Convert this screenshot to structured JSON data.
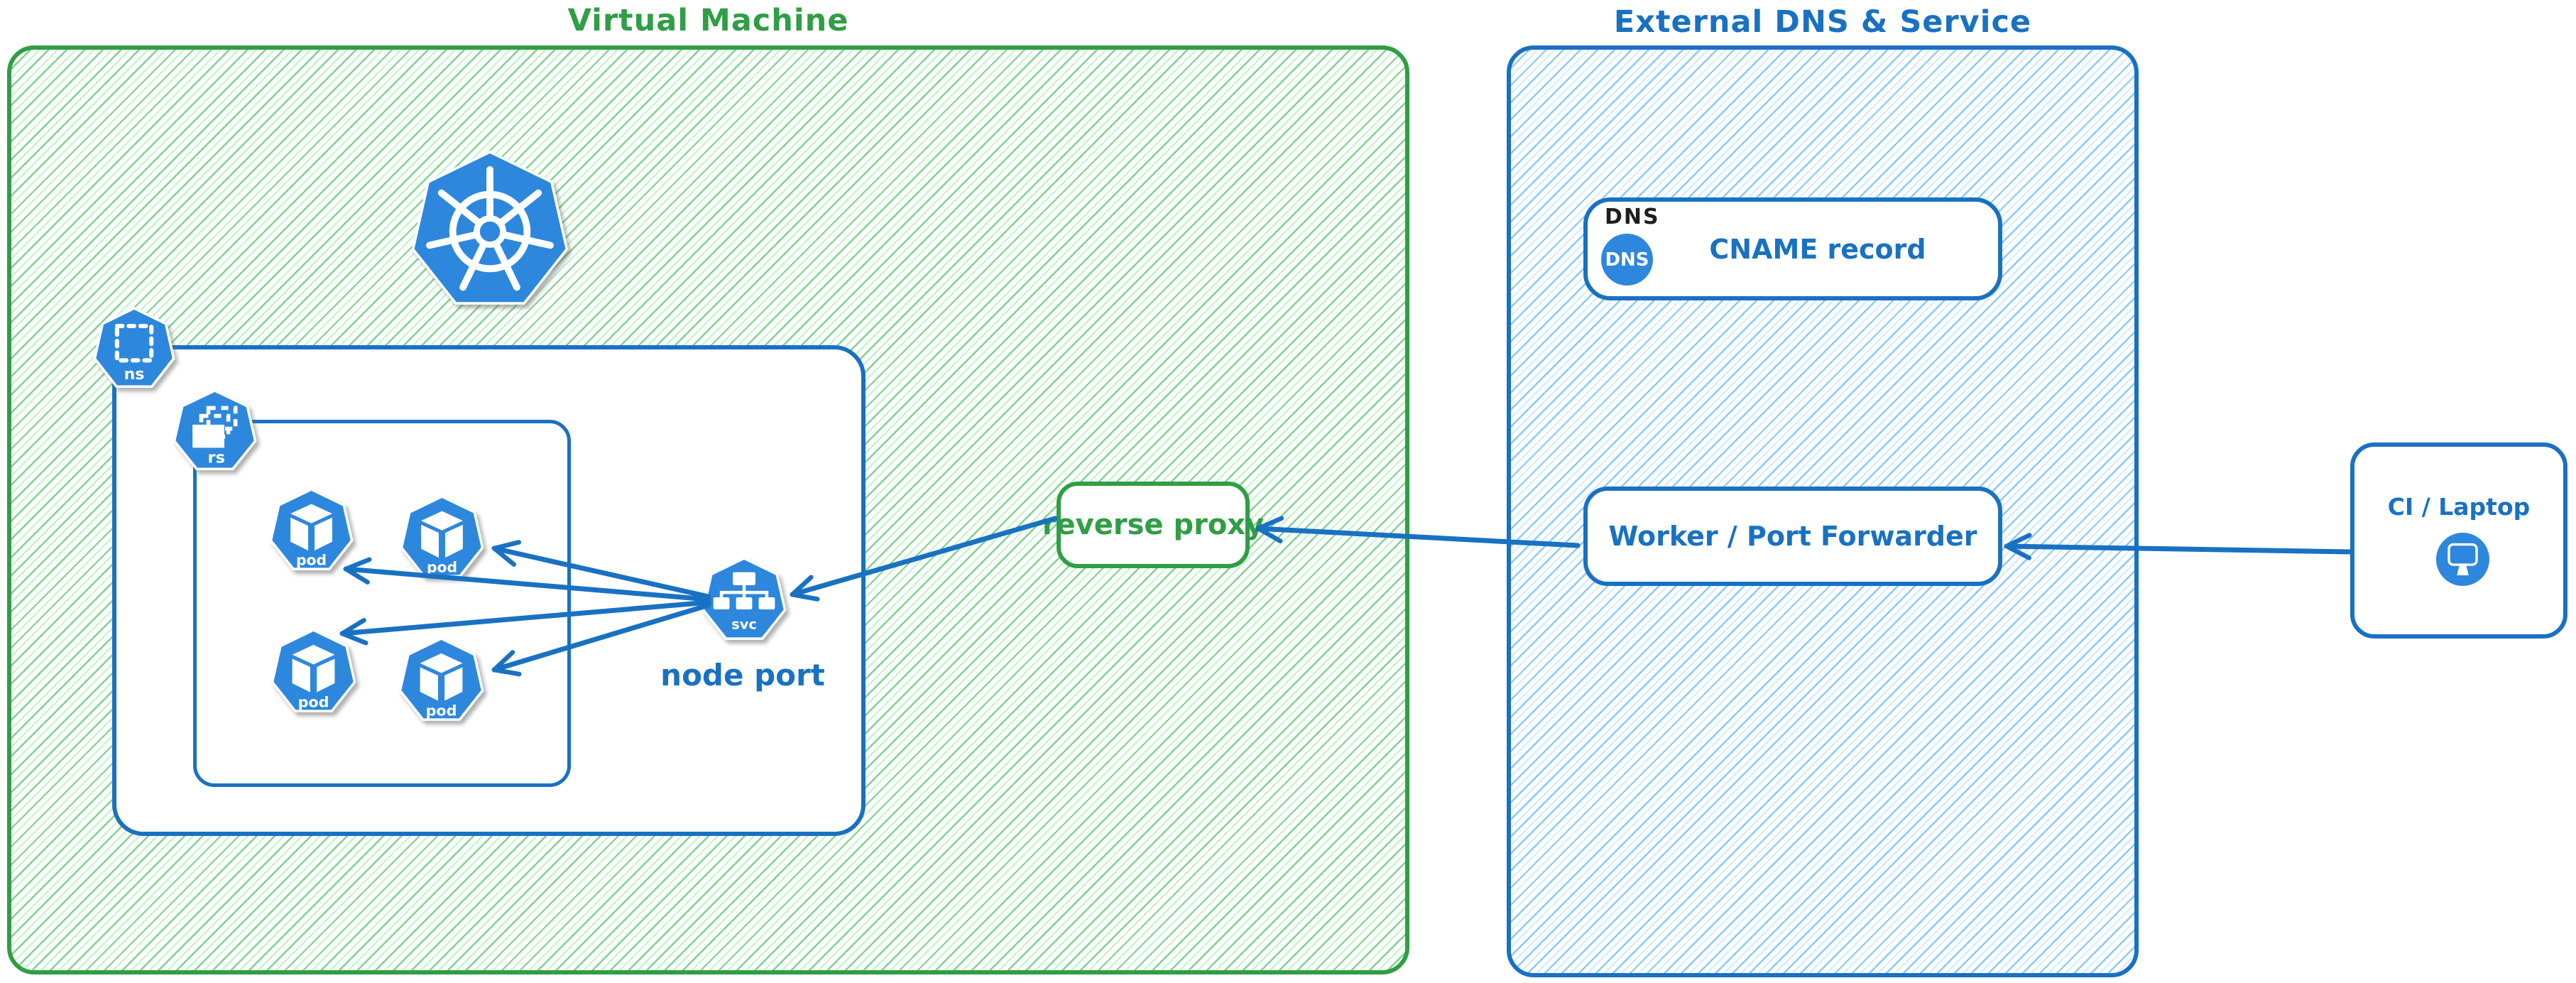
{
  "colors": {
    "green_accent": "#2f9e44",
    "blue_accent": "#1971c2",
    "icon_blue": "#2d87dd",
    "black_text": "#1e1e1e"
  },
  "vm": {
    "title": "Virtual Machine"
  },
  "external": {
    "title": "External DNS & Service"
  },
  "kubernetes": {
    "namespace_label": "ns",
    "replicaset_label": "rs",
    "pod_label": "pod",
    "service_label": "svc",
    "node_port_label": "node port"
  },
  "reverse_proxy": {
    "label": "reverse proxy"
  },
  "dns": {
    "group_label": "DNS",
    "badge_label": "DNS",
    "record_label": "CNAME record"
  },
  "worker": {
    "label": "Worker / Port Forwarder"
  },
  "ci": {
    "label": "CI / Laptop"
  }
}
